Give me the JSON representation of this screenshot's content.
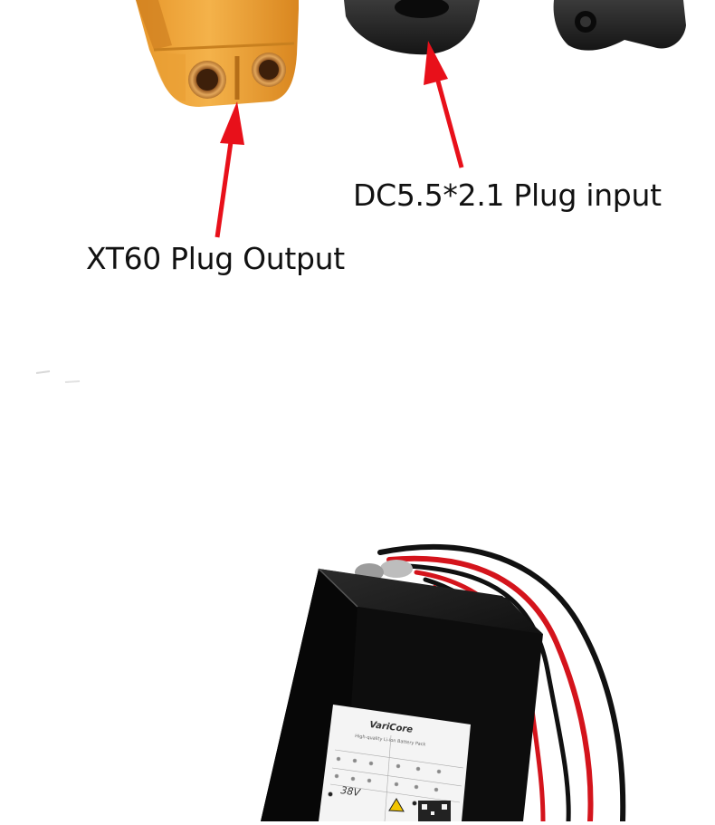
{
  "labels": {
    "dc_input": "DC5.5*2.1 Plug input",
    "xt60_output": "XT60 Plug Output"
  },
  "battery": {
    "brand": "VariCore",
    "subtitle": "High-quality Li-ion Battery Pack",
    "handwritten_value": "38V"
  },
  "colors": {
    "arrow": "#e8101a",
    "connector": "#f0a93a",
    "battery_body": "#0d0d0d"
  }
}
